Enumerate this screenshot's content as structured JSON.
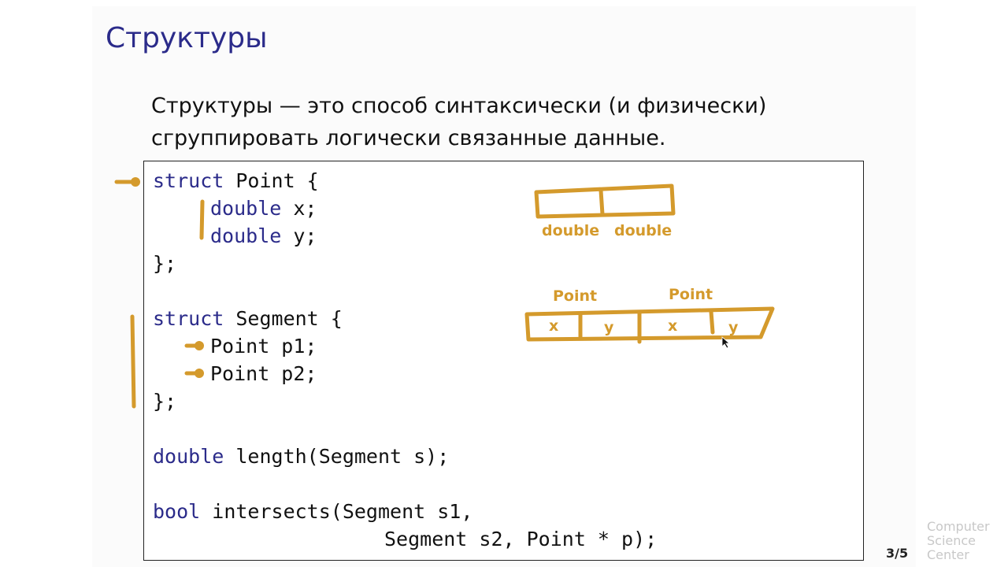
{
  "slide": {
    "title": "Структуры",
    "intro_line1": "Структуры — это способ синтаксически (и физически)",
    "intro_line2": "сгруппировать логически связанные данные.",
    "page_number": "3/5"
  },
  "code": {
    "l1_kw": "struct",
    "l1_rest": " Point {",
    "l2_kw": "double",
    "l2_rest": " x;",
    "l3_kw": "double",
    "l3_rest": " y;",
    "l4": "};",
    "l6_kw": "struct",
    "l6_rest": " Segment {",
    "l7": "Point p1;",
    "l8": "Point p2;",
    "l9": "};",
    "l11_kw": "double",
    "l11_rest": " length(Segment s);",
    "l13_kw": "bool",
    "l13_rest": " intersects(Segment s1,",
    "l14": "Segment s2, Point * p);"
  },
  "annotations": {
    "cell_label_1": "double",
    "cell_label_2": "double",
    "point_label_1": "Point",
    "point_label_2": "Point",
    "seg_x1": "x",
    "seg_y1": "y",
    "seg_x2": "x",
    "seg_y2": "y",
    "ink_color": "#d49a2c"
  },
  "logo": {
    "line1": "Computer",
    "line2": "Science",
    "line3": "Center"
  }
}
